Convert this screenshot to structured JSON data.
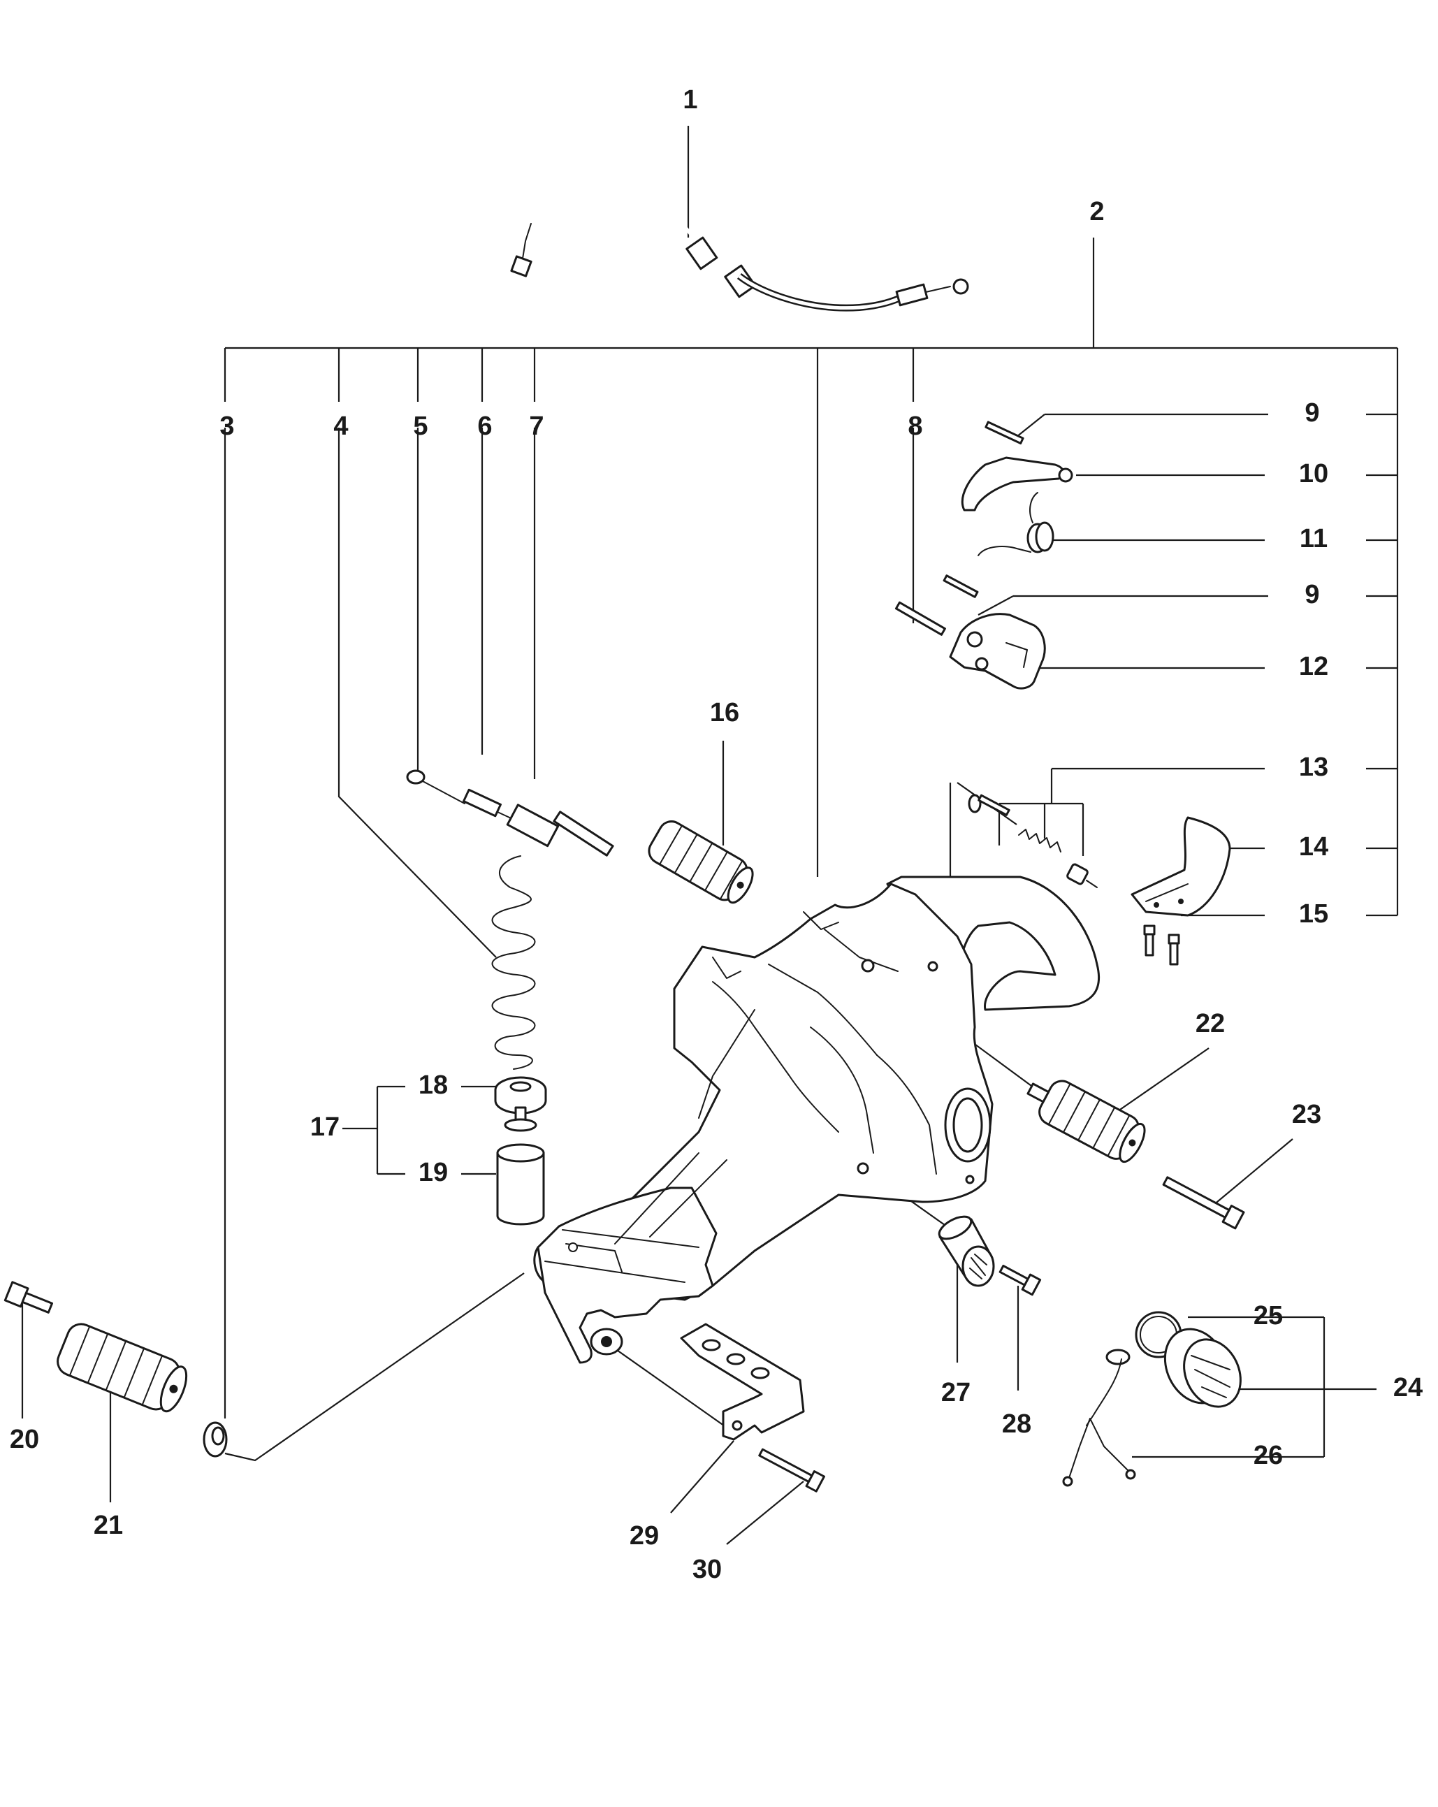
{
  "colors": {
    "ink": "#1a1a1a",
    "background": "#ffffff"
  },
  "labels": {
    "l1": "1",
    "l2": "2",
    "l3": "3",
    "l4": "4",
    "l5": "5",
    "l6": "6",
    "l7": "7",
    "l8": "8",
    "l9a": "9",
    "l10": "10",
    "l11": "11",
    "l9b": "9",
    "l12": "12",
    "l13": "13",
    "l14": "14",
    "l15": "15",
    "l16": "16",
    "l17": "17",
    "l18": "18",
    "l19": "19",
    "l20": "20",
    "l21": "21",
    "l22": "22",
    "l23": "23",
    "l24": "24",
    "l25": "25",
    "l26": "26",
    "l27": "27",
    "l28": "28",
    "l29": "29",
    "l30": "30"
  }
}
